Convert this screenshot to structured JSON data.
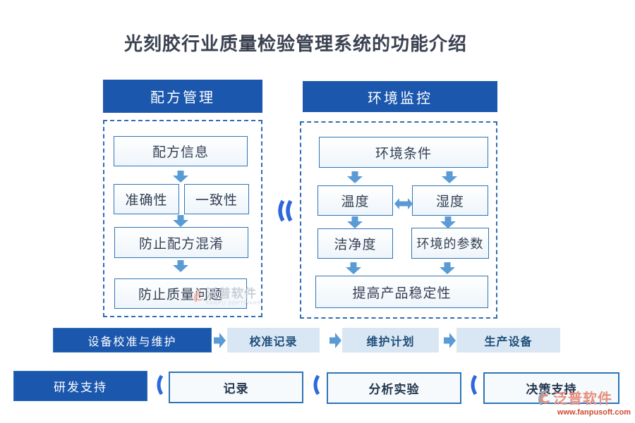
{
  "title": "光刻胶行业质量检验管理系统的功能介绍",
  "recipe_section": {
    "header": "配方管理",
    "nodes": {
      "info": "配方信息",
      "accuracy": "准确性",
      "consistency": "一致性",
      "prevent_mix": "防止配方混淆",
      "prevent_quality": "防止质量问题"
    }
  },
  "env_section": {
    "header": "环境监控",
    "nodes": {
      "condition": "环境条件",
      "temperature": "温度",
      "humidity": "湿度",
      "cleanliness": "洁净度",
      "parameters": "环境的参数",
      "stability": "提高产品稳定性"
    }
  },
  "calibration_row": {
    "header": "设备校准与维护",
    "items": [
      "校准记录",
      "维护计划",
      "生产设备"
    ]
  },
  "rnd_row": {
    "header": "研发支持",
    "items": [
      "记录",
      "分析实验",
      "决策支持"
    ]
  },
  "watermark": {
    "name": "泛普软件",
    "subtitle": "FANPU SOFTWARE"
  },
  "logo": {
    "name": "泛普软件",
    "url": "www.fanpusoft.com"
  },
  "colors": {
    "header_blue": "#1b57ad",
    "arrow_blue": "#5b9bd5",
    "border_blue": "#2e75b6",
    "bracket_blue": "#2d68dd",
    "light_box_fill": "#d9e7f4",
    "dark_text": "#1f4e79"
  }
}
